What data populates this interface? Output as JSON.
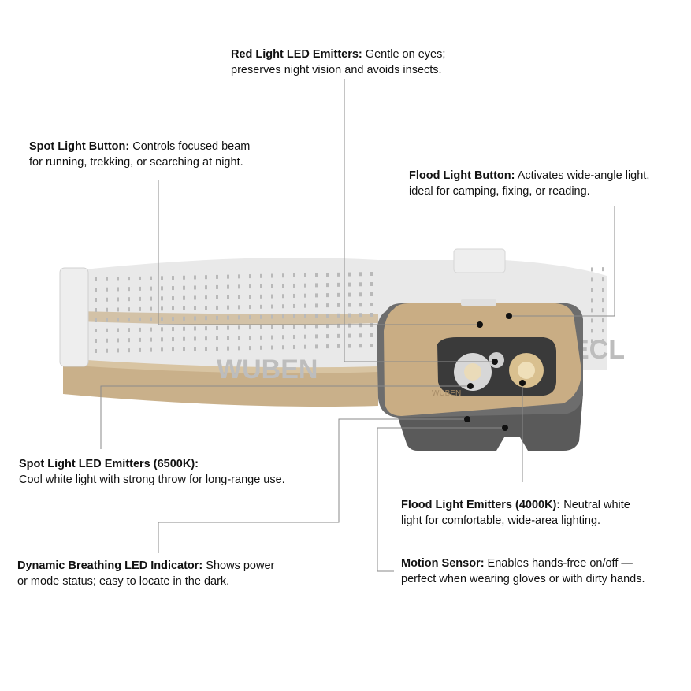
{
  "callouts": {
    "red_light": {
      "title": "Red Light LED Emitters:",
      "line1": " Gentle on eyes;",
      "line2": "preserves night vision and avoids insects."
    },
    "spot_button": {
      "title": "Spot Light Button:",
      "line1": " Controls focused beam",
      "line2": "for running, trekking, or searching at night."
    },
    "flood_button": {
      "title": "Flood Light Button:",
      "line1": " Activates wide-angle light,",
      "line2": "ideal for camping, fixing, or reading."
    },
    "spot_emitters": {
      "title": "Spot Light LED Emitters (6500K):",
      "line1": "",
      "line2": "Cool white light with strong throw for long-range use."
    },
    "flood_emitters": {
      "title": "Flood Light Emitters (4000K):",
      "line1": " Neutral white",
      "line2": "light for comfortable, wide-area lighting."
    },
    "breathing": {
      "title": "Dynamic Breathing LED Indicator:",
      "line1": " Shows power",
      "line2": "or mode status; easy to locate in the dark."
    },
    "motion": {
      "title": "Motion Sensor:",
      "line1": " Enables hands-free on/off —",
      "line2": "perfect when wearing gloves or with dirty hands."
    }
  },
  "product": {
    "brand_logo": "WUBEN",
    "band_text": "ECL"
  },
  "colors": {
    "housing": "#c9ad84",
    "band": "#e6e6e6",
    "band_trim": "#c7ae86",
    "leader": "#8a8a8a"
  }
}
